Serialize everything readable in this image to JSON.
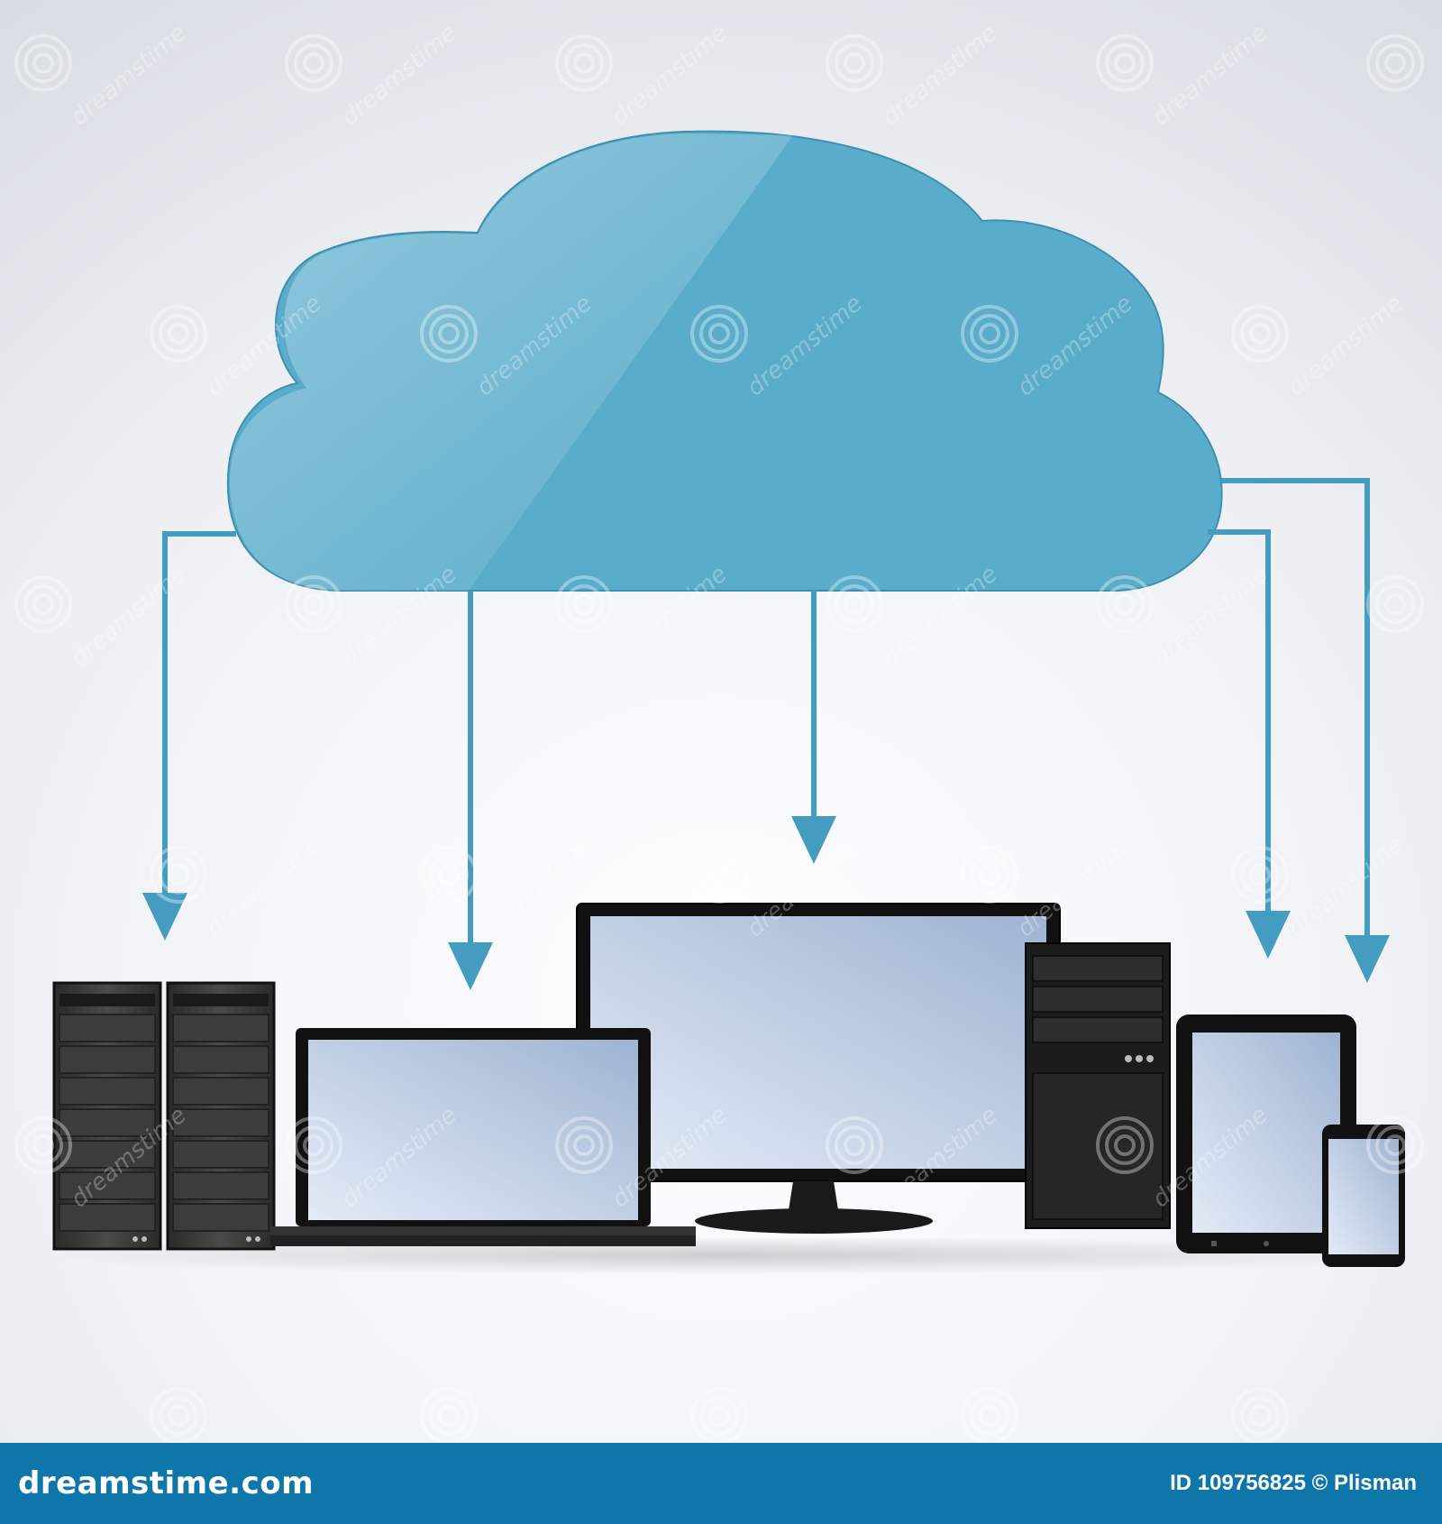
{
  "colors": {
    "cloud": "#5aaccb",
    "arrow": "#449dc0",
    "footer_bg": "#0e76a8",
    "device_body": "#1a1a1a",
    "screen": "#c9d6ea"
  },
  "diagram": {
    "nodes": [
      {
        "id": "cloud",
        "icon": "cloud-icon"
      },
      {
        "id": "server-rack",
        "icon": "server-rack-icon"
      },
      {
        "id": "laptop",
        "icon": "laptop-icon"
      },
      {
        "id": "monitor",
        "icon": "monitor-icon"
      },
      {
        "id": "desktop-tower",
        "icon": "desktop-tower-icon"
      },
      {
        "id": "tablet",
        "icon": "tablet-icon"
      },
      {
        "id": "smartphone",
        "icon": "smartphone-icon"
      }
    ],
    "edges": [
      {
        "from": "cloud",
        "to": "server-rack"
      },
      {
        "from": "cloud",
        "to": "laptop"
      },
      {
        "from": "cloud",
        "to": "monitor"
      },
      {
        "from": "cloud",
        "to": "tablet"
      },
      {
        "from": "cloud",
        "to": "smartphone"
      }
    ]
  },
  "watermark": {
    "text": "dreamstime"
  },
  "footer": {
    "brand": "dreamstime.com",
    "credit": "ID 109756825 © Plisman"
  }
}
